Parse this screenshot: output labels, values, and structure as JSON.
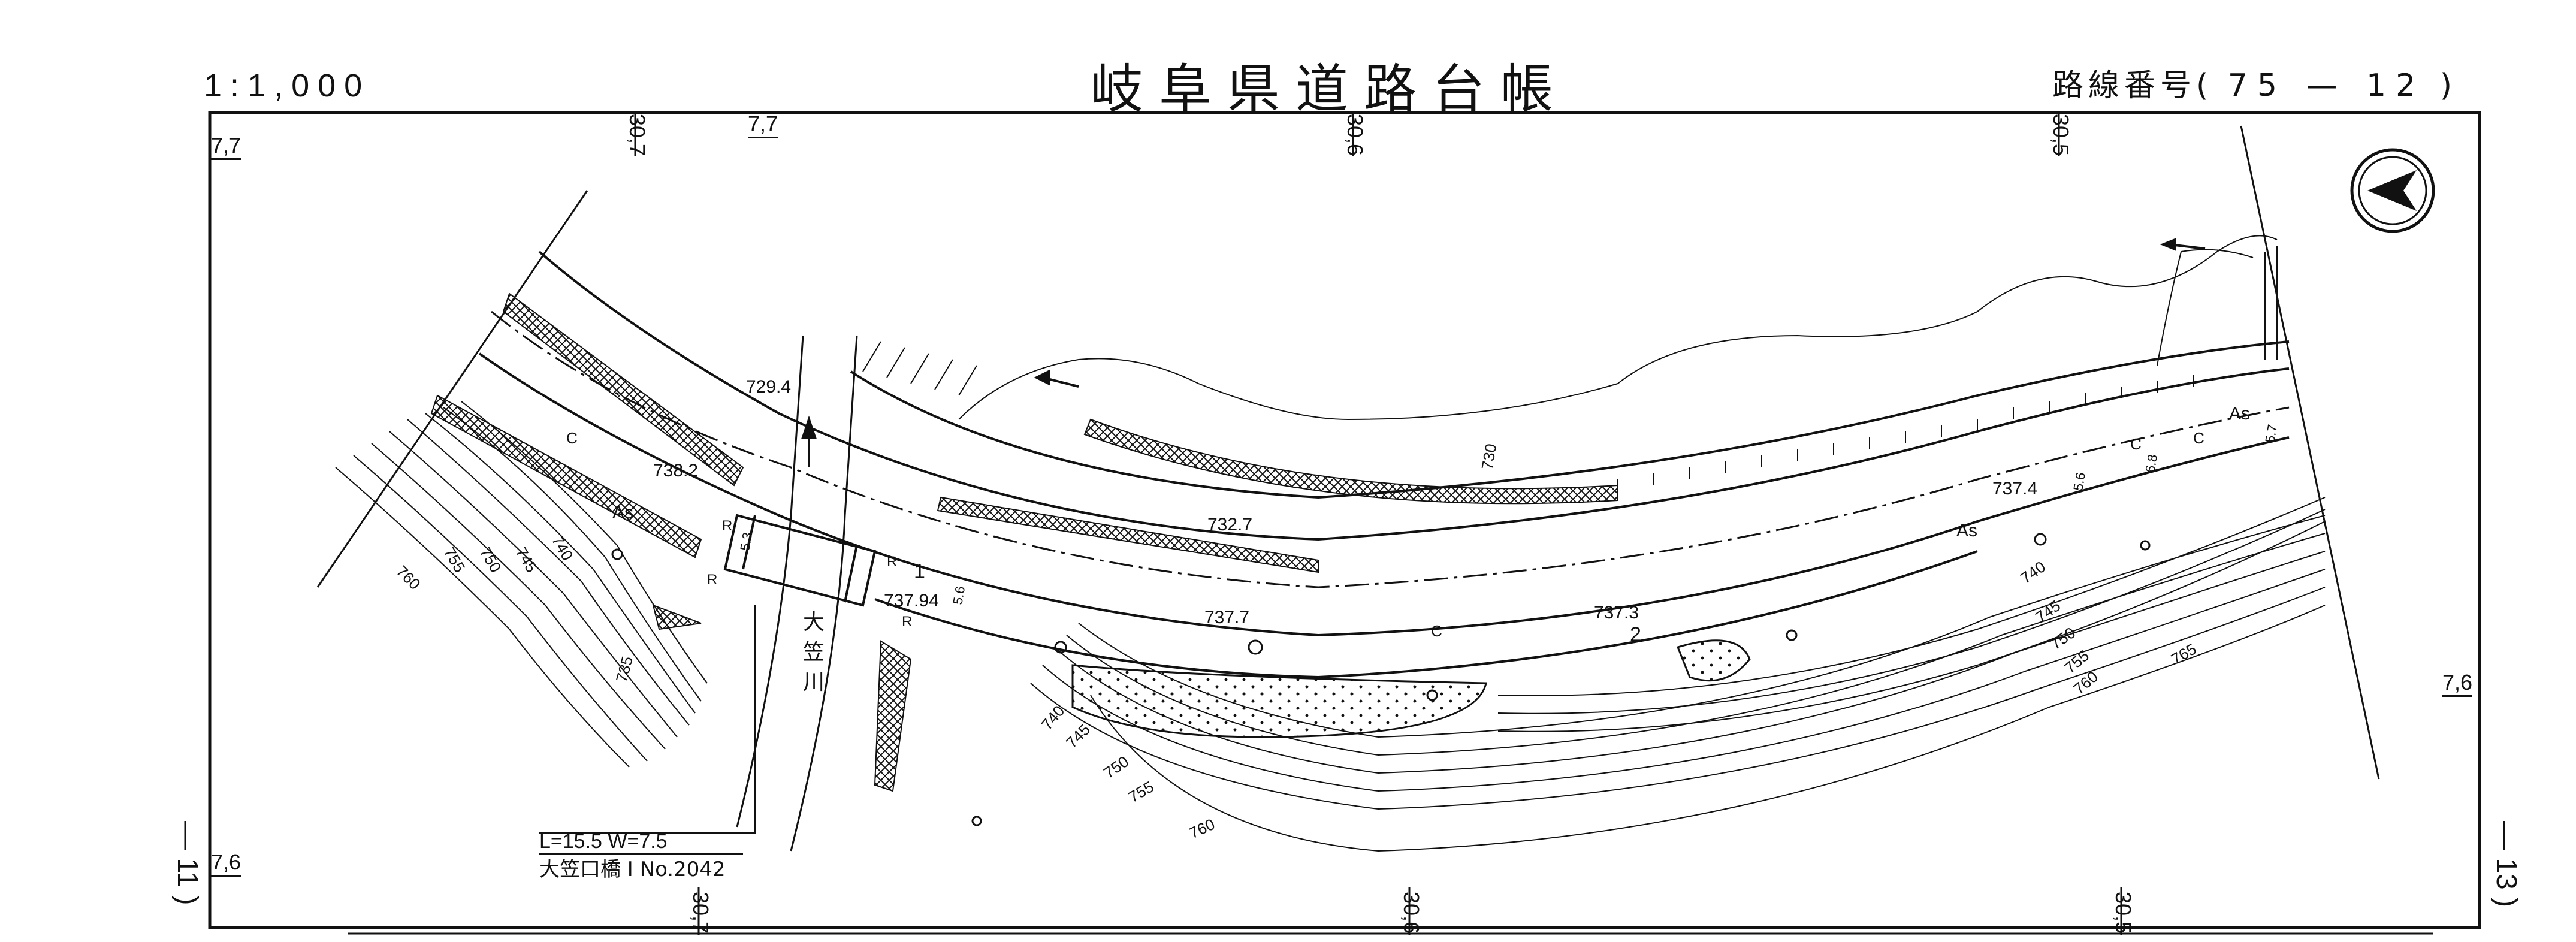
{
  "header": {
    "scale": "1:1,000",
    "title": "岐阜県道路台帳",
    "route_label": "路線番号(",
    "route_number": "75 — 12",
    "route_close": ")"
  },
  "grid": {
    "top_y": "7,7",
    "top_y2": "7,7",
    "left_y_top": "7,7",
    "left_y_bottom": "7,6",
    "right_y": "7,6",
    "top_x": [
      "30,7",
      "30,6",
      "30,5"
    ],
    "bottom_x": [
      "30,7",
      "30,6",
      "30,5"
    ]
  },
  "side_sheets": {
    "left": "— 11 )",
    "right": "— 13 )"
  },
  "map": {
    "elevations": [
      "729.4",
      "738.2",
      "732.7",
      "737.94",
      "737.7",
      "737.3",
      "737.4"
    ],
    "contours": [
      "760",
      "755",
      "750",
      "745",
      "740",
      "735",
      "740",
      "745",
      "750",
      "755",
      "760",
      "740",
      "745",
      "750",
      "755",
      "760",
      "765",
      "730"
    ],
    "river_name": [
      "大",
      "笠",
      "川"
    ],
    "surface_labels": [
      "As",
      "As",
      "As"
    ],
    "point_labels": [
      "1",
      "2"
    ],
    "widths": [
      "5.3",
      "5.6",
      "5.6",
      "6.8",
      "5.7"
    ],
    "symbols": [
      "R",
      "R",
      "R",
      "R",
      "C",
      "C",
      "C",
      "C"
    ]
  },
  "bridge_info": {
    "line1": "L=15.5    W=7.5",
    "line2": "大笠口橋  I  No.2042"
  },
  "north_arrow": "north-arrow"
}
